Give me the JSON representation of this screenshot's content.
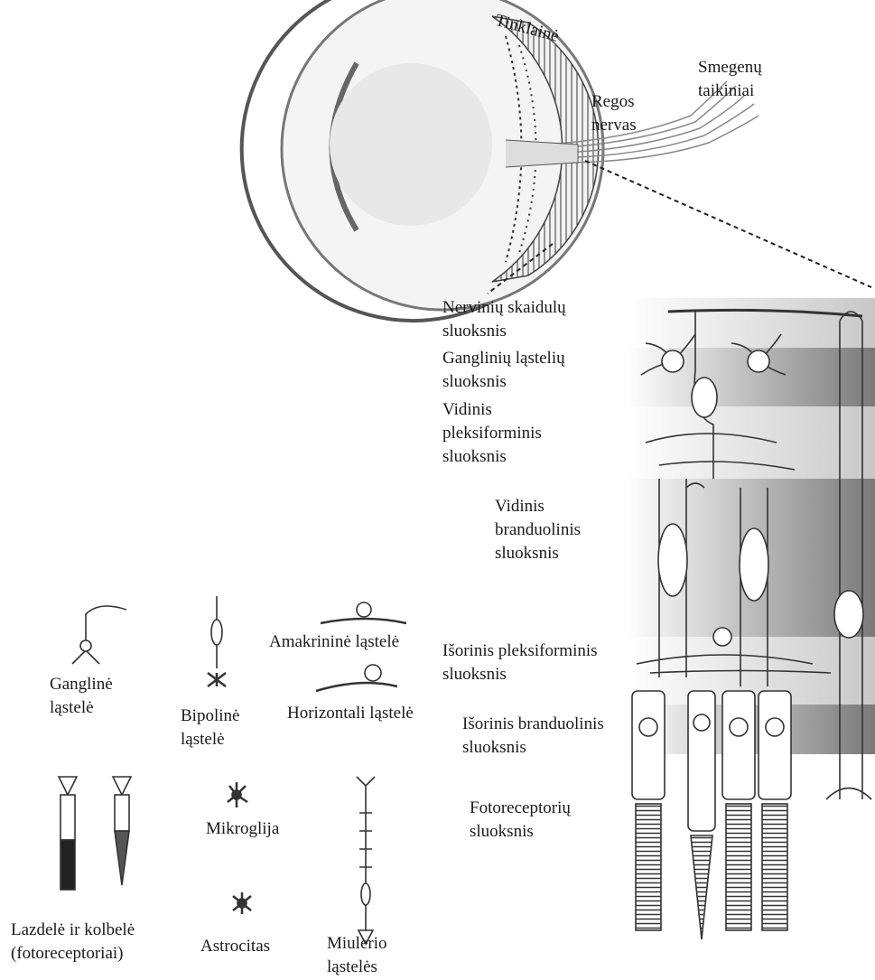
{
  "eye": {
    "retina": "Tinklainė",
    "optic_nerve": "Regos\nnervas",
    "brain_targets": "Smegenų\ntaikiniai"
  },
  "layers": {
    "nerve_fiber": "Nervinių skaidulų\nsluoksnis",
    "ganglion_cell": "Ganglinių ląstelių\nsluoksnis",
    "inner_plexiform": "Vidinis\npleksiforminis\nsluoksnis",
    "inner_nuclear": "Vidinis\nbranduolinis\nsluoksnis",
    "outer_plexiform": "Išorinis pleksiforminis\nsluoksnis",
    "outer_nuclear": "Išorinis branduolinis\nsluoksnis",
    "photoreceptor": "Fotoreceptorių\nsluoksnis"
  },
  "legend": {
    "ganglion": "Ganglinė\nląstelė",
    "bipolar": "Bipolinė\nląstelė",
    "amacrine": "Amakrininė ląstelė",
    "horizontal": "Horizontali ląstelė",
    "rod_cone": "Lazdelė ir kolbelė\n(fotoreceptoriai)",
    "microglia": "Mikroglija",
    "astrocyte": "Astrocitas",
    "muller": "Miulerio\nląstelės"
  },
  "colors": {
    "band_dark": "#8c8c8c",
    "band_light": "#e6e6e6",
    "line": "#333333",
    "lens": "#e8e8e8"
  }
}
